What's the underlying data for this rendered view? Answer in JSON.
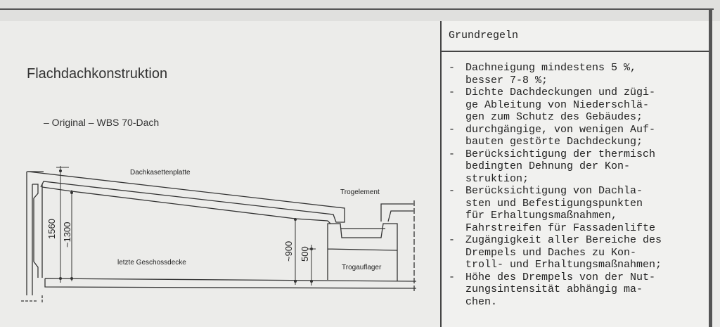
{
  "left": {
    "title": "Flachdachkonstruktion",
    "subtitle": "– Original – WBS 70-Dach",
    "diagram": {
      "labels": {
        "roof_plate": "Dachkasettenplatte",
        "trough_element": "Trogelement",
        "top_floor_slab": "letzte Geschossdecke",
        "trough_support": "Trogauflager"
      },
      "dimensions": [
        "1560",
        "~1300",
        "~900",
        "500"
      ]
    }
  },
  "rules": {
    "heading": "Grundregeln",
    "items": [
      "Dachneigung mindestens 5 %,\nbesser 7-8 %;",
      "Dichte Dachdeckungen und zügi-\nge Ableitung von Niederschlä-\ngen zum Schutz des Gebäudes;",
      "durchgängige, von wenigen Auf-\nbauten gestörte Dachdeckung;",
      "Berücksichtigung der thermisch\nbedingten Dehnung der Kon-\nstruktion;",
      "Berücksichtigung von Dachla-\nsten und Befestigungspunkten\nfür Erhaltungsmaßnahmen,\nFahrstreifen für Fassadenlifte",
      "Zugängigkeit aller Bereiche des\nDrempels und Daches zu Kon-\ntroll- und Erhaltungsmaßnahmen;",
      "Höhe des Drempels von der Nut-\nzungsintensität abhängig ma-\nchen."
    ],
    "bullet": "-"
  }
}
